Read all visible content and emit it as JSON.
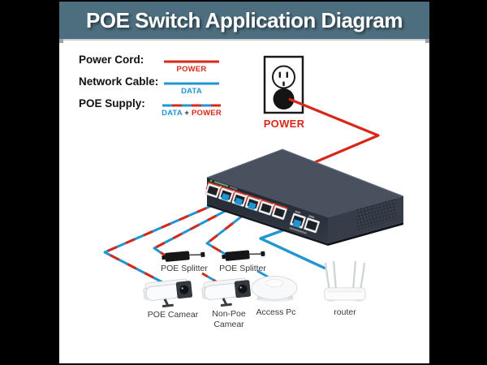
{
  "title": "POE Switch Application Diagram",
  "legend": {
    "power_cord_label": "Power Cord:",
    "power_caption": "POWER",
    "network_cable_label": "Network Cable:",
    "data_caption": "DATA",
    "poe_supply_label": "POE Supply:",
    "poe_caption_data": "DATA",
    "poe_caption_plus": "+",
    "poe_caption_power": "POWER"
  },
  "outlet": {
    "label": "POWER"
  },
  "switch": {
    "port_count": 8,
    "poe_port_count": 6,
    "uplink_port_count": 2
  },
  "devices": {
    "splitter_1_label": "POE Splitter",
    "splitter_2_label": "POE Splitter",
    "poe_camera_label": "POE Camear",
    "non_poe_camera_label_line1": "Non-Poe",
    "non_poe_camera_label_line2": "Camear",
    "access_point_label": "Access Pc",
    "router_label": "router"
  },
  "colors": {
    "title_bar": "#4d6e7e",
    "power_red": "#d8281a",
    "data_blue": "#2095d2"
  }
}
